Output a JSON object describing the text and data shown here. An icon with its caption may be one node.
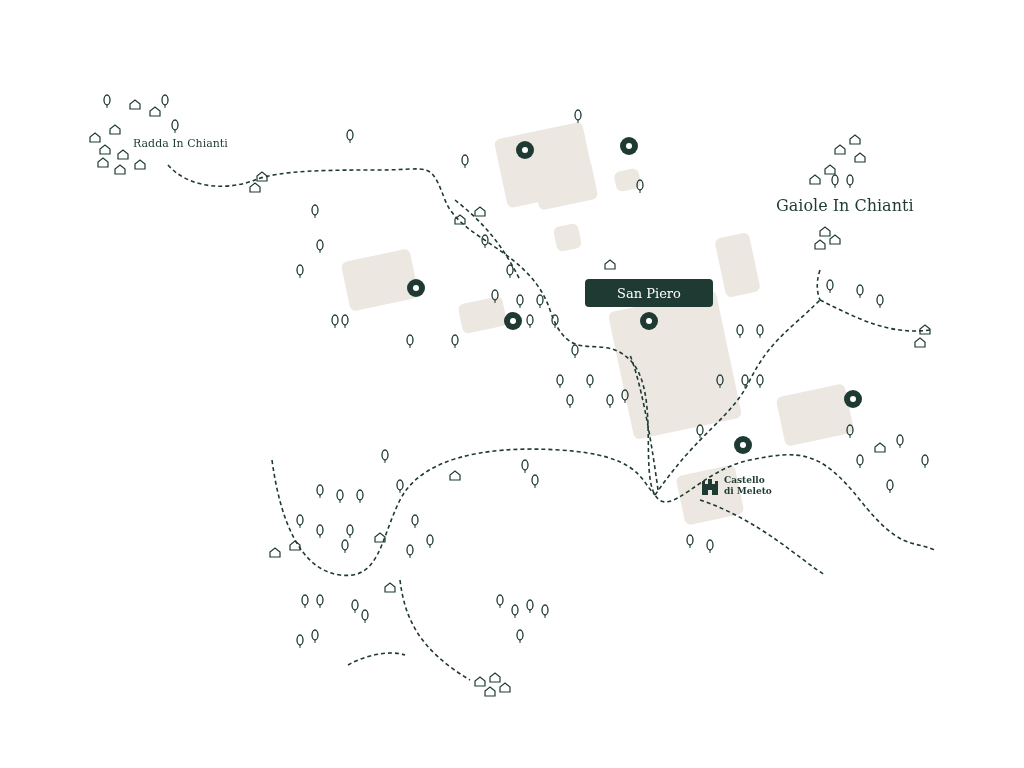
{
  "diagram": {
    "nodes": [
      {
        "text": [
          "San Piero"
        ]
      }
    ],
    "labels": [
      "Radda In Chianti",
      "Gaiole In Chianti",
      "Castello di Meleto"
    ]
  }
}
